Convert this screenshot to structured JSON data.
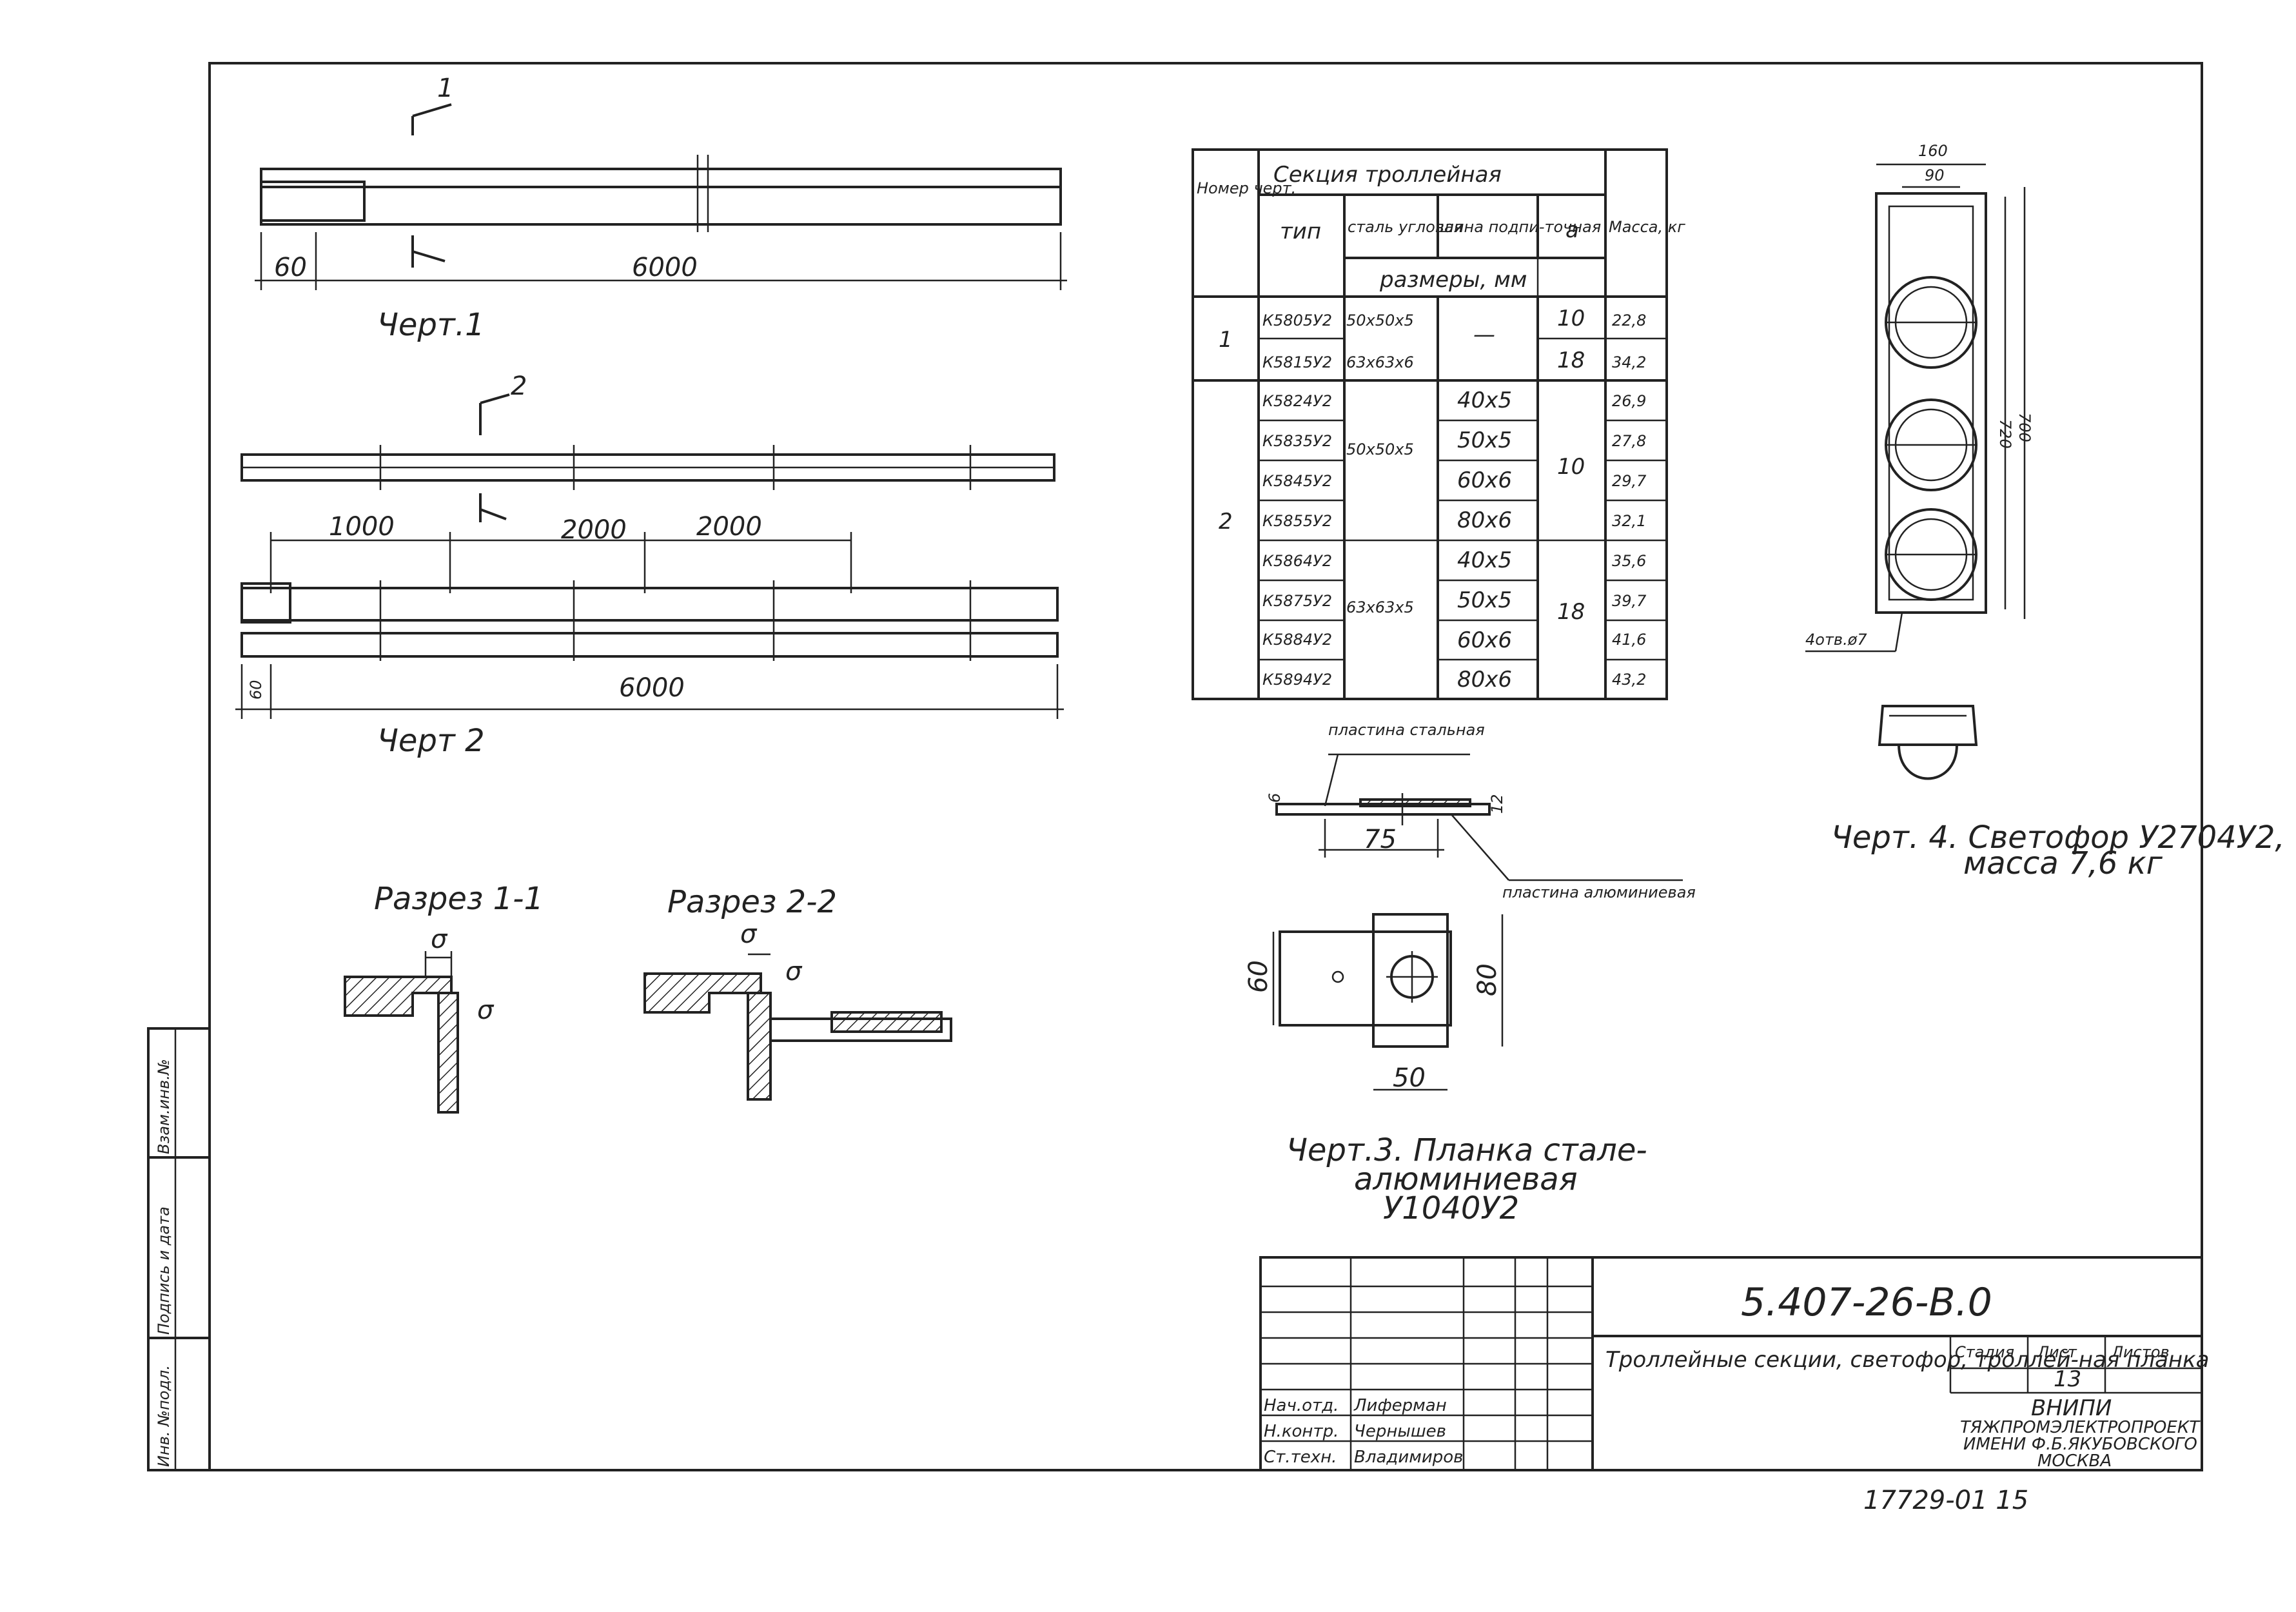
{
  "drawing1": {
    "section_mark": "1",
    "dim_end": "60",
    "dim_length": "6000",
    "caption": "Черт.1"
  },
  "drawing2": {
    "section_mark": "2",
    "dim_spans": [
      "1000",
      "2000",
      "2000"
    ],
    "dim_end": "60",
    "dim_length": "6000",
    "caption": "Черт 2"
  },
  "sections": {
    "section_1_title": "Разрез 1-1",
    "section_2_title": "Разрез 2-2",
    "symbol": "σ"
  },
  "table": {
    "header_number": "Номер черт.",
    "header_section": "Секция троллейная",
    "header_type": "тип",
    "header_steel": "сталь угловая",
    "header_bus": "шина подпи-точная",
    "header_a": "a",
    "header_mass": "Масса, кг",
    "header_sizes": "размеры, мм",
    "rows": [
      {
        "type": "К5805У2",
        "steel": "50x50x5",
        "bus": "—",
        "a": "10",
        "mass": "22,8"
      },
      {
        "type": "К5815У2",
        "steel": "63x63x6",
        "bus": "",
        "a": "18",
        "mass": "34,2"
      },
      {
        "type": "К5824У2",
        "steel": "50x50x5",
        "bus": "40x5",
        "a": "10",
        "mass": "26,9"
      },
      {
        "type": "К5835У2",
        "steel": "",
        "bus": "50x5",
        "a": "",
        "mass": "27,8"
      },
      {
        "type": "К5845У2",
        "steel": "",
        "bus": "60x6",
        "a": "",
        "mass": "29,7"
      },
      {
        "type": "К5855У2",
        "steel": "",
        "bus": "80x6",
        "a": "",
        "mass": "32,1"
      },
      {
        "type": "К5864У2",
        "steel": "63x63x5",
        "bus": "40x5",
        "a": "18",
        "mass": "35,6"
      },
      {
        "type": "К5875У2",
        "steel": "",
        "bus": "50x5",
        "a": "",
        "mass": "39,7"
      },
      {
        "type": "К5884У2",
        "steel": "",
        "bus": "60x6",
        "a": "",
        "mass": "41,6"
      },
      {
        "type": "К5894У2",
        "steel": "",
        "bus": "80x6",
        "a": "",
        "mass": "43,2"
      }
    ],
    "drawing_numbers": [
      "1",
      "2"
    ]
  },
  "drawing3": {
    "label_steel": "пластина стальная",
    "label_alu": "пластина алюминиевая",
    "dim_6": "6",
    "dim_12": "12",
    "dim_75": "75",
    "dim_60": "60",
    "dim_80": "80",
    "dim_50": "50",
    "caption_line1": "Черт.3. Планка стале-",
    "caption_line2": "алюминиевая",
    "caption_line3": "У1040У2"
  },
  "drawing4": {
    "dim_160": "160",
    "dim_90": "90",
    "dim_720": "720",
    "dim_700": "700",
    "label_hole": "4отв.ø7",
    "caption_line1": "Черт. 4. Светофор У2704У2,",
    "caption_line2": "масса 7,6 кг"
  },
  "stamp": {
    "code": "5.407-26-В.0",
    "title": "Троллейные секции, светофор, троллей-ная планка",
    "stage": "Стадия",
    "sheet": "Лист",
    "sheets": "Листов",
    "sheet_number": "13",
    "org_line1": "ВНИПИ",
    "org_line2": "ТЯЖПРОМЭЛЕКТРОПРОЕКТ",
    "org_line3": "ИМЕНИ Ф.Б.ЯКУБОВСКОГО",
    "org_line4": "МОСКВА",
    "roles": [
      {
        "role": "Нач.отд.",
        "name": "Лиферман"
      },
      {
        "role": "Н.контр.",
        "name": "Чернышев"
      },
      {
        "role": "Ст.техн.",
        "name": "Владимиров"
      }
    ]
  },
  "side_strip": [
    "Инв. №подл.",
    "Подпись и дата",
    "Взам.инв.№"
  ],
  "footer_number": "17729-01  15"
}
